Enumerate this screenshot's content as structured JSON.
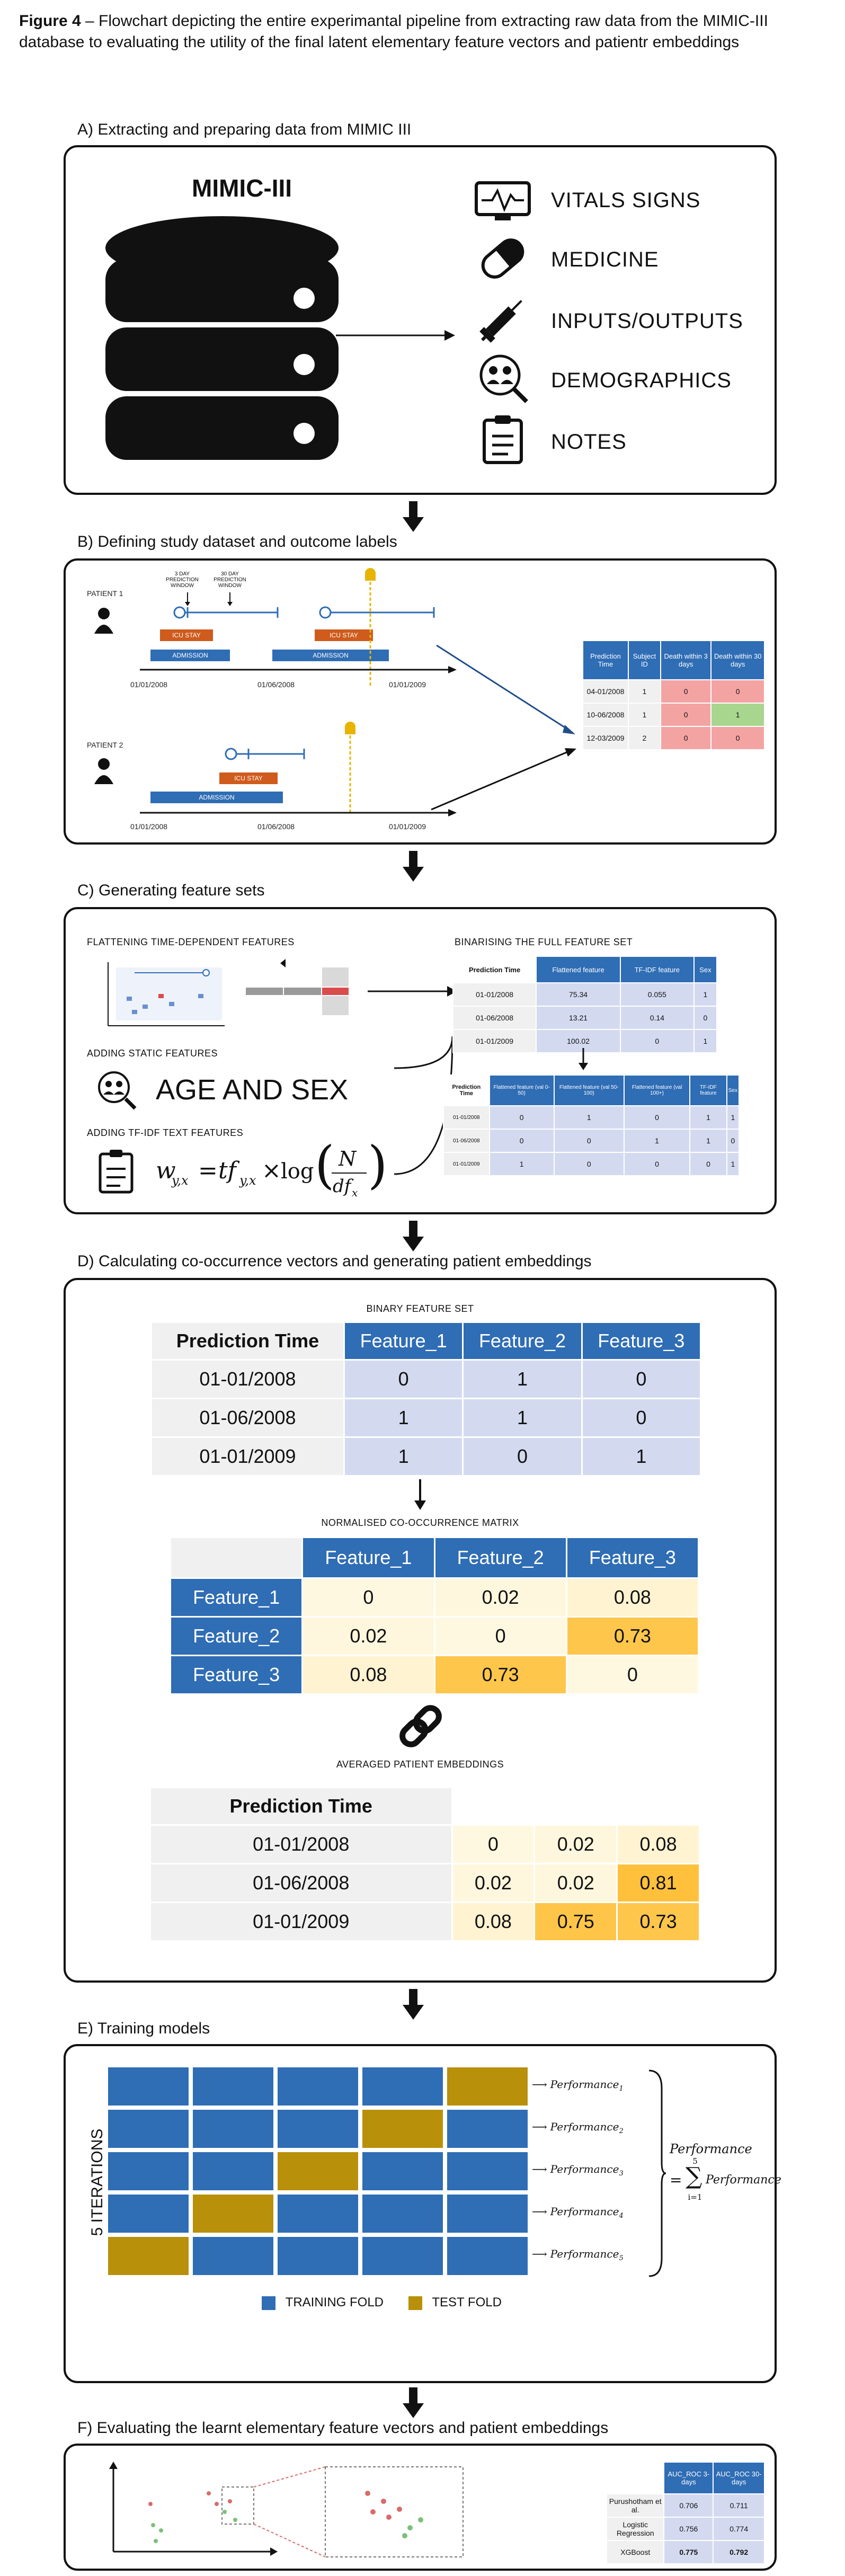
{
  "caption": {
    "label": "Figure 4",
    "text": " – Flowchart depicting the entire experimantal pipeline from extracting raw data from the MIMIC-III database to evaluating the utility of the final latent elementary feature vectors and patientr embeddings"
  },
  "sectionA": {
    "title": "A) Extracting and preparing data from MIMIC III",
    "db_label": "MIMIC-III",
    "categories": [
      "VITALS SIGNS",
      "MEDICINE",
      "INPUTS/OUTPUTS",
      "DEMOGRAPHICS",
      "NOTES"
    ]
  },
  "sectionB": {
    "title": "B) Defining study dataset and outcome labels",
    "patient1": "PATIENT 1",
    "patient2": "PATIENT 2",
    "window1": "3 DAY PREDICTION WINDOW",
    "window2": "30 DAY PREDICTION WINDOW",
    "icu_stay": "ICU STAY",
    "admission": "ADMISSION",
    "dates": [
      "01/01/2008",
      "01/06/2008",
      "01/01/2009"
    ],
    "table": {
      "headers": [
        "Prediction Time",
        "Subject ID",
        "Death within 3 days",
        "Death within 30 days"
      ],
      "rows": [
        [
          "04-01/2008",
          "1",
          "0",
          "0"
        ],
        [
          "10-06/2008",
          "1",
          "0",
          "1"
        ],
        [
          "12-03/2009",
          "2",
          "0",
          "0"
        ]
      ]
    }
  },
  "sectionC": {
    "title": "C) Generating feature sets",
    "flatten_label": "FLATTENING TIME-DEPENDENT FEATURES",
    "static_label": "ADDING STATIC FEATURES",
    "age_sex": "AGE AND SEX",
    "tfidf_label": "ADDING TF-IDF TEXT FEATURES",
    "binarise_label": "BINARISING THE FULL FEATURE SET",
    "full_table": {
      "headers": [
        "Prediction Time",
        "Flattened feature",
        "TF-IDF feature",
        "Sex"
      ],
      "rows": [
        [
          "01-01/2008",
          "75.34",
          "0.055",
          "1"
        ],
        [
          "01-06/2008",
          "13.21",
          "0.14",
          "0"
        ],
        [
          "01-01/2009",
          "100.02",
          "0",
          "1"
        ]
      ]
    },
    "bin_table": {
      "headers": [
        "Prediction Time",
        "Flattened feature (val 0-50)",
        "Flattened feature (val 50-100)",
        "Flattened feature (val 100+)",
        "TF-IDF feature",
        "Sex"
      ],
      "rows": [
        [
          "01-01/2008",
          "0",
          "1",
          "0",
          "1",
          "1"
        ],
        [
          "01-06/2008",
          "0",
          "0",
          "1",
          "1",
          "0"
        ],
        [
          "01-01/2009",
          "1",
          "0",
          "0",
          "0",
          "1"
        ]
      ]
    }
  },
  "sectionD": {
    "title": "D) Calculating co-occurrence vectors and generating patient embeddings",
    "binary_title": "BINARY FEATURE SET",
    "binary": {
      "headers": [
        "Prediction Time",
        "Feature_1",
        "Feature_2",
        "Feature_3"
      ],
      "rows": [
        [
          "01-01/2008",
          "0",
          "1",
          "0"
        ],
        [
          "01-06/2008",
          "1",
          "1",
          "0"
        ],
        [
          "01-01/2009",
          "1",
          "0",
          "1"
        ]
      ]
    },
    "cooc_title": "NORMALISED CO-OCCURRENCE MATRIX",
    "cooc": {
      "headers": [
        "Feature_1",
        "Feature_2",
        "Feature_3"
      ],
      "rows": [
        [
          "Feature_1",
          "0",
          "0.02",
          "0.08"
        ],
        [
          "Feature_2",
          "0.02",
          "0",
          "0.73"
        ],
        [
          "Feature_3",
          "0.08",
          "0.73",
          "0"
        ]
      ]
    },
    "avg_title": "AVERAGED PATIENT EMBEDDINGS",
    "avg": {
      "header": "Prediction Time",
      "rows": [
        [
          "01-01/2008",
          "0",
          "0.02",
          "0.08"
        ],
        [
          "01-06/2008",
          "0.02",
          "0.02",
          "0.81"
        ],
        [
          "01-01/2009",
          "0.08",
          "0.75",
          "0.73"
        ]
      ]
    }
  },
  "sectionE": {
    "title": "E) Training models",
    "iterations_label": "5 ITERATIONS",
    "performance_word": "Performance",
    "subscripts": [
      "1",
      "2",
      "3",
      "4",
      "5"
    ],
    "sum_lower": "i=1",
    "sum_upper": "5",
    "legend_train": "TRAINING FOLD",
    "legend_test": "TEST FOLD",
    "color_train": "#2f6db5",
    "color_test": "#b8900a",
    "test_positions": [
      4,
      3,
      2,
      1,
      0
    ]
  },
  "sectionF": {
    "title": "F) Evaluating the learnt elementary feature vectors and patient embeddings",
    "headers": [
      "AUC_ROC 3-days",
      "AUC_ROC 30-days"
    ],
    "rows": [
      [
        "Purushotham et al.",
        "0.706",
        "0.711"
      ],
      [
        "Logistic Regression",
        "0.756",
        "0.774"
      ],
      [
        "XGBoost",
        "0.775",
        "0.792"
      ]
    ]
  }
}
